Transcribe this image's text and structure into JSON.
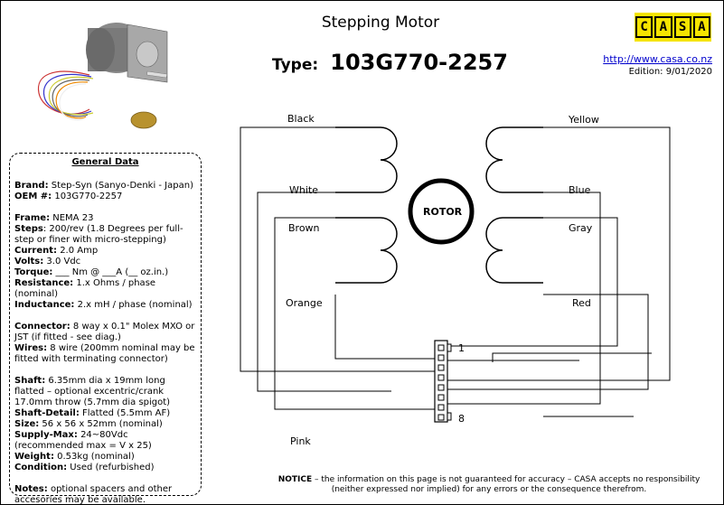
{
  "header": {
    "title": "Stepping Motor",
    "type_label": "Type:",
    "type_value": "103G770-2257",
    "logo_letters": [
      "C",
      "A",
      "S",
      "A"
    ],
    "url": "http://www.casa.co.nz",
    "edition": "Edition: 9/01/2020"
  },
  "general_data": {
    "heading": "General Data",
    "lines": [
      {
        "key": "Brand:",
        "value": " Step-Syn (Sanyo-Denki - Japan)"
      },
      {
        "key": "OEM #:",
        "value": " 103G770-2257"
      },
      {
        "key": "",
        "value": ""
      },
      {
        "key": "Frame:",
        "value": " NEMA 23"
      },
      {
        "key": "Steps",
        "value": ": 200/rev (1.8 Degrees per full-step or finer with micro-stepping)"
      },
      {
        "key": "Current:",
        "value": " 2.0 Amp"
      },
      {
        "key": "Volts:",
        "value": " 3.0 Vdc"
      },
      {
        "key": "Torque:",
        "value": "  ___ Nm @ ___A (__ oz.in.)"
      },
      {
        "key": "Resistance:",
        "value": " 1.x  Ohms / phase (nominal)"
      },
      {
        "key": "Inductance:",
        "value": " 2.x mH / phase (nominal)"
      },
      {
        "key": "",
        "value": ""
      },
      {
        "key": "Connector:",
        "value": " 8 way x 0.1\" Molex MXO or JST (if fitted - see diag.)"
      },
      {
        "key": "Wires:",
        "value": " 8 wire (200mm nominal may be fitted with terminating connector)"
      },
      {
        "key": "",
        "value": ""
      },
      {
        "key": "Shaft:",
        "value": " 6.35mm dia x 19mm long flatted – optional excentric/crank 17.0mm throw (5.7mm dia spigot)"
      },
      {
        "key": "Shaft-Detail:",
        "value": " Flatted (5.5mm AF)"
      },
      {
        "key": "Size:",
        "value": " 56 x 56 x 52mm (nominal)"
      },
      {
        "key": "Supply-Max:",
        "value": " 24~80Vdc (recommended max = V x 25)"
      },
      {
        "key": "Weight:",
        "value": " 0.53kg (nominal)"
      },
      {
        "key": "Condition:",
        "value": " Used (refurbished)"
      },
      {
        "key": "",
        "value": ""
      },
      {
        "key": "Notes:",
        "value": " optional spacers and other accesories may be available."
      }
    ]
  },
  "diagram": {
    "rotor_label": "ROTOR",
    "wires": {
      "black": "Black",
      "white": "White",
      "brown": "Brown",
      "orange": "Orange",
      "pink": "Pink",
      "yellow": "Yellow",
      "blue": "Blue",
      "gray": "Gray",
      "red": "Red"
    },
    "pin_first": "1",
    "pin_last": "8"
  },
  "notice": {
    "key": "NOTICE",
    "text": " – the information on this page is not guaranteed for accuracy – CASA accepts no responsibility (neither expressed nor implied) for any errors or the consequence therefrom."
  },
  "colors": {
    "logo_bg": "#f5e400",
    "link": "#0000cc",
    "motor_body": "#8a8a8a",
    "coin": "#b8922e"
  }
}
